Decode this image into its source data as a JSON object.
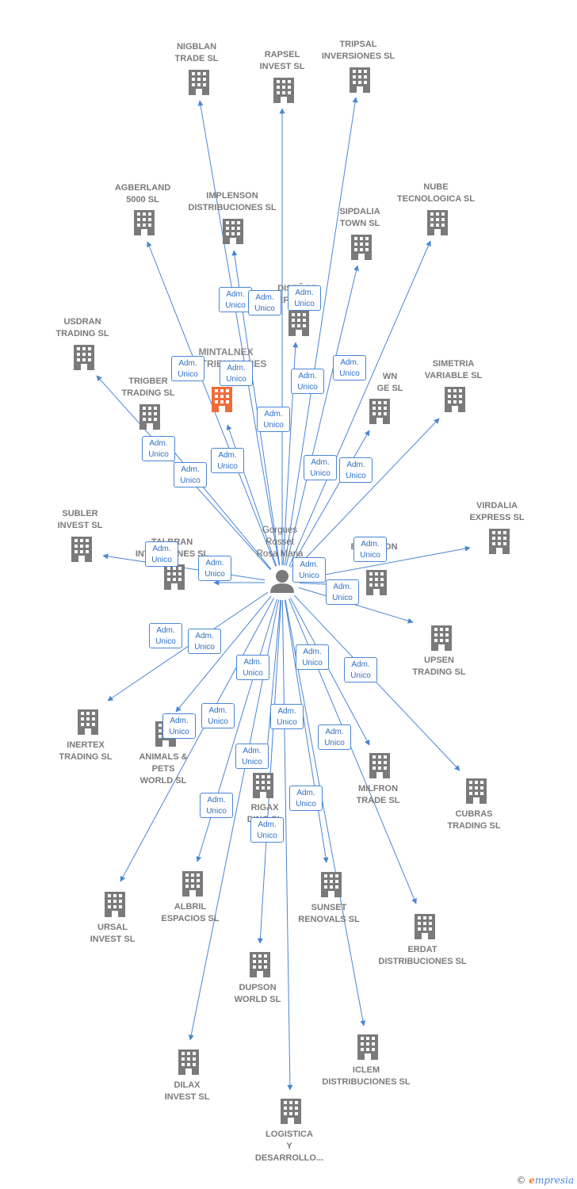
{
  "center": {
    "name": [
      "Gorgues",
      "Rosset",
      "Rosa Maria"
    ]
  },
  "edge_label": [
    "Adm.",
    "Unico"
  ],
  "colors": {
    "edge": "#4a86d4",
    "node": "#7a7a7a",
    "highlight": "#f26b3a"
  },
  "companies": [
    {
      "name": [
        "NIGBLAN",
        "TRADE SL"
      ]
    },
    {
      "name": [
        "RAPSEL",
        "INVEST SL"
      ]
    },
    {
      "name": [
        "TRIPSAL",
        "INVERSIONES SL"
      ]
    },
    {
      "name": [
        "AGBERLAND",
        "5000 SL"
      ]
    },
    {
      "name": [
        "IMPLENSON",
        "DISTRIBUCIONES SL"
      ]
    },
    {
      "name": [
        "SIPDALIA",
        "TOWN SL"
      ]
    },
    {
      "name": [
        "NUBE",
        "TECNOLOGICA SL"
      ]
    },
    {
      "name": [
        "DISEÑOS",
        "EFIMERO"
      ]
    },
    {
      "name": [
        "USDRAN",
        "TRADING SL"
      ]
    },
    {
      "name": [
        "MINTALNEX",
        "DISTRIBUCIONES",
        "SL"
      ],
      "highlight": true
    },
    {
      "name": [
        "TRIGBER",
        "TRADING SL"
      ]
    },
    {
      "name": [
        "WN",
        "GE SL"
      ]
    },
    {
      "name": [
        "SIMETRIA",
        "VARIABLE SL"
      ]
    },
    {
      "name": [
        "SUBLER",
        "INVEST SL"
      ]
    },
    {
      "name": [
        "TALBRAN",
        "INVERSIONES SL"
      ]
    },
    {
      "name": [
        "EPTALSON",
        "EURO"
      ]
    },
    {
      "name": [
        "VIRDALIA",
        "EXPRESS SL"
      ]
    },
    {
      "name": [
        "UPSEN",
        "TRADING SL"
      ]
    },
    {
      "name": [
        "INERTEX",
        "TRADING SL"
      ]
    },
    {
      "name": [
        "ANIMALS &",
        "PETS",
        "WORLD SL"
      ]
    },
    {
      "name": [
        "RIGAX",
        "DING SL"
      ]
    },
    {
      "name": [
        "MILFRON",
        "TRADE SL"
      ]
    },
    {
      "name": [
        "CUBRAS",
        "TRADING SL"
      ]
    },
    {
      "name": [
        "URSAL",
        "INVEST SL"
      ]
    },
    {
      "name": [
        "ALBRIL",
        "ESPACIOS SL"
      ]
    },
    {
      "name": [
        "SUNSET",
        "RENOVALS SL"
      ]
    },
    {
      "name": [
        "ERDAT",
        "DISTRIBUCIONES SL"
      ]
    },
    {
      "name": [
        "DUPSON",
        "WORLD SL"
      ]
    },
    {
      "name": [
        "DILAX",
        "INVEST SL"
      ]
    },
    {
      "name": [
        "ICLEM",
        "DISTRIBUCIONES SL"
      ]
    },
    {
      "name": [
        "LOGISTICA",
        "Y",
        "DESARROLLO..."
      ]
    }
  ],
  "footer": {
    "copyright": "©",
    "brand_initial": "e",
    "brand_rest": "mpresia"
  }
}
